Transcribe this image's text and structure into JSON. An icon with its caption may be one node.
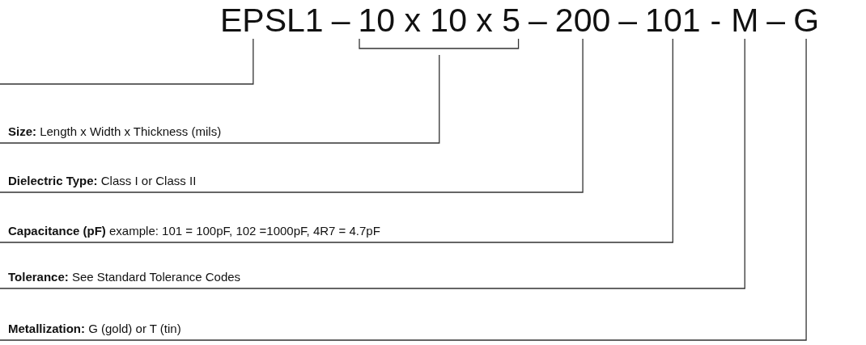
{
  "diagram": {
    "nodes": [
      {
        "text": [
          "EPSL1"
        ]
      },
      {
        "text": [
          "10 x 10 x 5"
        ]
      },
      {
        "text": [
          "200"
        ]
      },
      {
        "text": [
          "101"
        ]
      },
      {
        "text": [
          "M"
        ]
      },
      {
        "text": [
          "G"
        ]
      },
      {
        "text": [
          "**Size:** Length x Width x Thickness (mils)"
        ]
      },
      {
        "text": [
          "**Dielectric Type:** Class I or Class II"
        ]
      },
      {
        "text": [
          "**Capacitance (pF)** example: 101 = 100pF, 102 =1000pF, 4R7 = 4.7pF"
        ]
      },
      {
        "text": [
          "**Tolerance:** See Standard Tolerance Codes"
        ]
      },
      {
        "text": [
          "**Metallization:** G (gold)  or T (tin)"
        ]
      }
    ],
    "edges": [
      {
        "from": null,
        "to": 0,
        "arrow": "none"
      },
      {
        "from": 6,
        "to": 1,
        "arrow": "none"
      },
      {
        "from": 7,
        "to": 2,
        "arrow": "none"
      },
      {
        "from": 8,
        "to": 3,
        "arrow": "none"
      },
      {
        "from": 9,
        "to": 4,
        "arrow": "none"
      },
      {
        "from": 10,
        "to": 5,
        "arrow": "none"
      }
    ],
    "labels": [
      "–",
      "–",
      "–",
      "-",
      "–"
    ]
  }
}
